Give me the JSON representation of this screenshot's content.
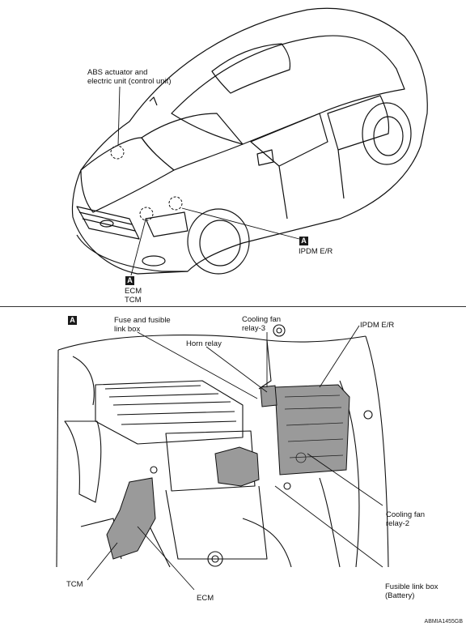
{
  "top": {
    "abs_label_line1": "ABS actuator and",
    "abs_label_line2": "electric unit (control unit)",
    "marker_a_left": "A",
    "ecm_label": "ECM",
    "tcm_label": "TCM",
    "marker_a_right": "A",
    "ipdm_label": "IPDM E/R"
  },
  "bottom": {
    "section_marker": "A",
    "fuse_line1": "Fuse and fusible",
    "fuse_line2": "link box",
    "horn_relay": "Horn relay",
    "cool3_line1": "Cooling fan",
    "cool3_line2": "relay-3",
    "ipdm": "IPDM E/R",
    "cool2_line1": "Cooling fan",
    "cool2_line2": "relay-2",
    "tcm": "TCM",
    "ecm": "ECM",
    "fusible_line1": "Fusible link box",
    "fusible_line2": "(Battery)"
  },
  "footer_code": "ABMIA1455GB"
}
